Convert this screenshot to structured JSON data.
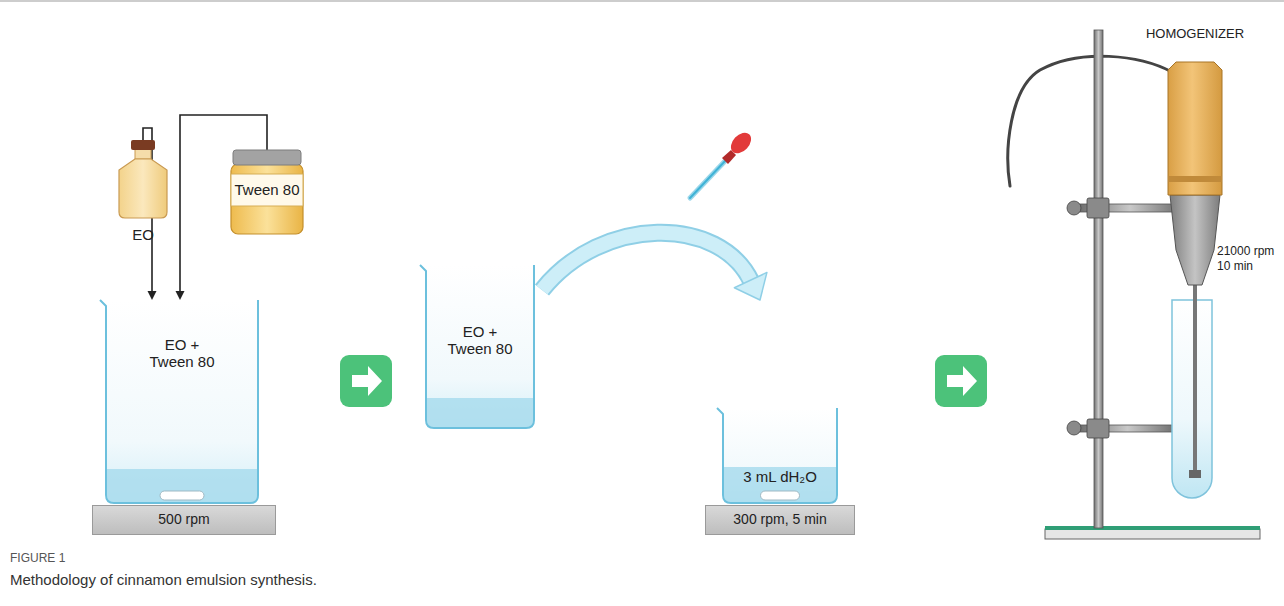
{
  "diagram": {
    "caption": "Methodology of cinnamon emulsion synthesis.",
    "nodes": [
      {
        "text": [
          "EO"
        ]
      },
      {
        "text": [
          "Tween 80"
        ]
      },
      {
        "text": [
          "EO + Tween 80"
        ]
      },
      {
        "text": [
          "500 rpm"
        ]
      },
      {
        "text": [
          "EO + Tween 80"
        ]
      },
      {
        "text": [
          "3 mL dH₂O"
        ]
      },
      {
        "text": [
          "300 rpm, 5 min"
        ]
      }
    ],
    "edges": [
      {
        "from": 0,
        "to": 2,
        "arrow": "to"
      },
      {
        "from": 1,
        "to": 2,
        "arrow": "to"
      },
      {
        "from": 4,
        "to": 5,
        "arrow": "to"
      }
    ],
    "labels": [
      "HOMOGENIZER",
      "21000 rpm 10 min",
      "FIGURE 1"
    ]
  }
}
